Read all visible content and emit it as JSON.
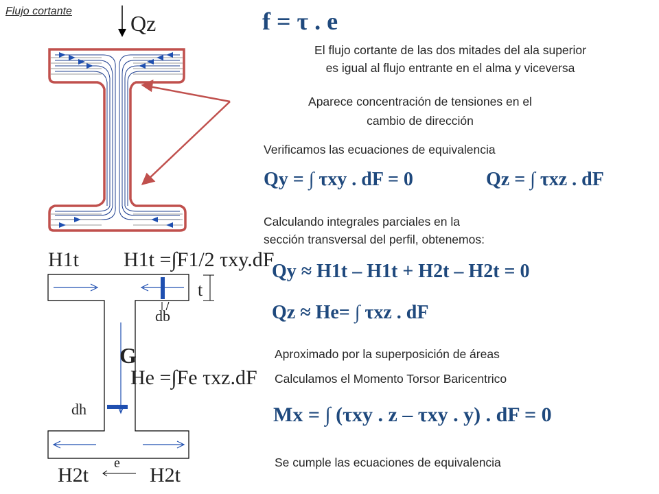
{
  "header_label": "Flujo cortante",
  "top_axis_label": "Qz",
  "formula_main": "f = τ . e",
  "text_block_1": [
    "El flujo cortante de las dos mitades del ala superior",
    "es igual al flujo entrante en el alma y viceversa"
  ],
  "text_block_2": [
    "Aparece concentración  de tensiones en el",
    "cambio de dirección"
  ],
  "text_block_3": "Verificamos las ecuaciones de equivalencia",
  "eq_qy": "Qy = ∫ τxy . dF = 0",
  "eq_qz": "Qz = ∫ τxz . dF",
  "text_block_4": [
    "Calculando integrales parciales en la",
    "sección transversal del perfil, obtenemos:"
  ],
  "eq_qy_approx": "Qy ≈ H1t – H1t + H2t – H2t = 0",
  "eq_qz_approx": "Qz ≈ He= ∫ τxz . dF",
  "text_block_5": "Aproximado por la superposición de áreas",
  "text_block_6": "Calculamos el Momento Torsor Baricentrico",
  "eq_mx": "Mx = ∫ (τxy . z – τxy . y) . dF = 0",
  "text_block_7": "Se cumple las ecuaciones de equivalencia",
  "lower_diagram": {
    "h1t_left": "H1t",
    "h1t_formula": "H1t =∫F1/2 τxy.dF",
    "t_label": "t",
    "db_label": "db",
    "g_label": "G",
    "he_formula": "He =∫Fe τxz.dF",
    "dh_label": "dh",
    "h2t_left": "H2t",
    "e_label": "e",
    "h2t_right": "H2t"
  },
  "colors": {
    "blue": "#1f4fb0",
    "red": "#c0504d",
    "dark_blue": "#1f3f8f"
  }
}
